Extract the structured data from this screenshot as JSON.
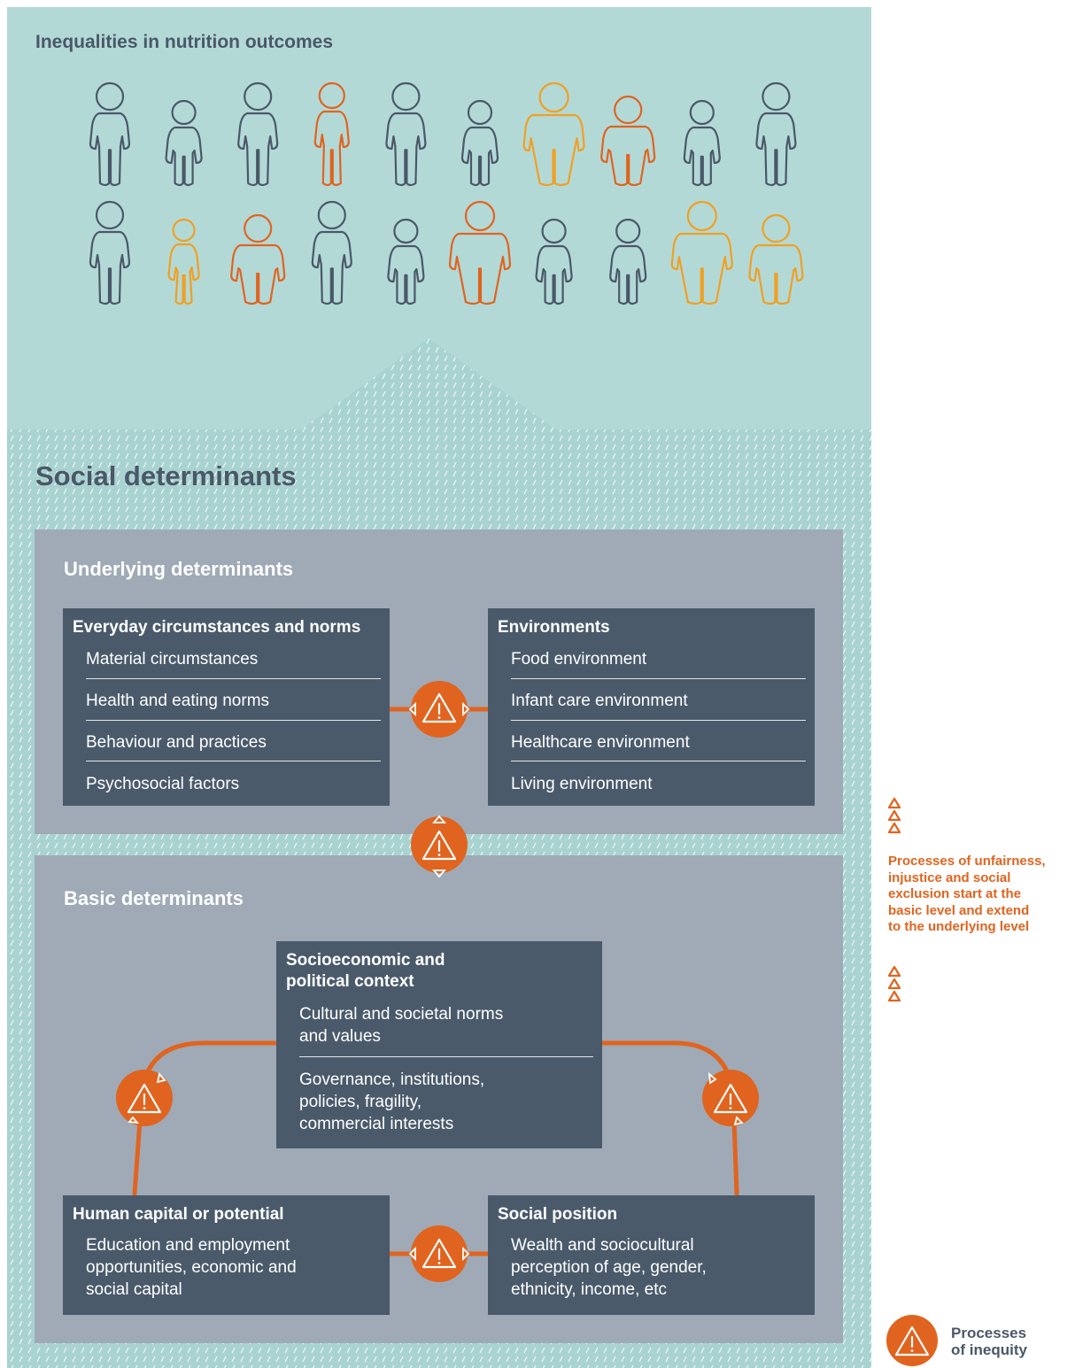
{
  "outcomes_title": "Inequalities in nutrition outcomes",
  "figures": {
    "row1": [
      {
        "type": "adult",
        "color": "#4a5868"
      },
      {
        "type": "child",
        "color": "#4a5868"
      },
      {
        "type": "adult",
        "color": "#4a5868"
      },
      {
        "type": "adult-thin",
        "color": "#e0641f"
      },
      {
        "type": "adult",
        "color": "#4a5868"
      },
      {
        "type": "child",
        "color": "#4a5868"
      },
      {
        "type": "heavy",
        "color": "#f0a022"
      },
      {
        "type": "heavy-child",
        "color": "#e0641f"
      },
      {
        "type": "child",
        "color": "#4a5868"
      },
      {
        "type": "adult",
        "color": "#4a5868"
      }
    ],
    "row2": [
      {
        "type": "adult",
        "color": "#4a5868"
      },
      {
        "type": "child-thin",
        "color": "#f0a022"
      },
      {
        "type": "heavy-child",
        "color": "#e0641f"
      },
      {
        "type": "adult",
        "color": "#4a5868"
      },
      {
        "type": "child",
        "color": "#4a5868"
      },
      {
        "type": "heavy",
        "color": "#e0641f"
      },
      {
        "type": "child",
        "color": "#4a5868"
      },
      {
        "type": "child",
        "color": "#4a5868"
      },
      {
        "type": "heavy",
        "color": "#f0a022"
      },
      {
        "type": "heavy-child",
        "color": "#f0a022"
      }
    ]
  },
  "social_title": "Social determinants",
  "underlying": {
    "title": "Underlying determinants",
    "everyday": {
      "title": "Everyday circumstances and norms",
      "items": [
        "Material circumstances",
        "Health and eating norms",
        "Behaviour and practices",
        "Psychosocial factors"
      ]
    },
    "environments": {
      "title": "Environments",
      "items": [
        "Food environment",
        "Infant care environment",
        "Healthcare environment",
        "Living environment"
      ]
    }
  },
  "basic": {
    "title": "Basic determinants",
    "socioeconomic": {
      "title_lines": [
        "Socioeconomic and",
        "political context"
      ],
      "item1_lines": [
        "Cultural and societal norms",
        "and values"
      ],
      "item2_lines": [
        "Governance, institutions,",
        "policies, fragility,",
        "commercial interests"
      ]
    },
    "human": {
      "title": "Human capital or potential",
      "lines": [
        "Education and employment",
        "opportunities, economic and",
        "social capital"
      ]
    },
    "social": {
      "title": "Social position",
      "lines": [
        "Wealth and sociocultural",
        "perception of age, gender,",
        "ethnicity, income, etc"
      ]
    }
  },
  "note": {
    "lines": [
      "Processes of unfairness,",
      "injustice and social",
      "exclusion start at the",
      "basic level and extend",
      "to the underlying level"
    ]
  },
  "legend": {
    "lines": [
      "Processes",
      "of inequity"
    ]
  },
  "colors": {
    "accent": "#e0641f",
    "yellow": "#f0a022",
    "slate": "#4a5868",
    "teal": "#b3d9d7",
    "panel": "#9faab6",
    "box": "#4a5a6b"
  }
}
